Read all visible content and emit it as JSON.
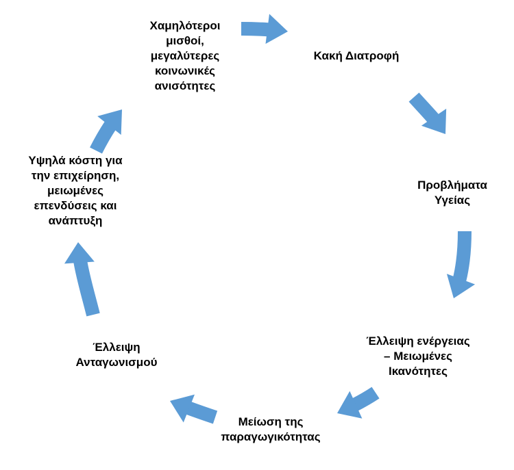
{
  "diagram": {
    "accent_color": "#5b9bd5",
    "nodes": [
      {
        "label": "Χαμηλότεροι\nμισθοί,\nμεγαλύτερες\nκοινωνικές\nανισότητες"
      },
      {
        "label": "Κακή Διατροφή"
      },
      {
        "label": "Προβλήματα\nΥγείας"
      },
      {
        "label": "Έλλειψη ενέργειας\n– Μειωμένες\nΙκανότητες"
      },
      {
        "label": "Μείωση της\nπαραγωγικότητας"
      },
      {
        "label": "Έλλειψη\nΑνταγωνισμού"
      },
      {
        "label": "Υψηλά κόστη για\nτην επιχείρηση,\nμειωμένες\nεπενδύσεις και\nανάπτυξη"
      }
    ]
  }
}
